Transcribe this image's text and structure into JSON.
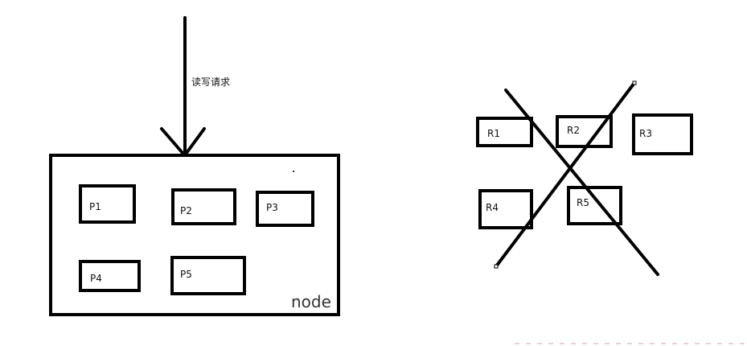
{
  "request_label": "读写请求",
  "node": {
    "label": "node",
    "partitions": [
      {
        "id": "p1",
        "label": "P1"
      },
      {
        "id": "p2",
        "label": "P2"
      },
      {
        "id": "p3",
        "label": "P3"
      },
      {
        "id": "p4",
        "label": "P4"
      },
      {
        "id": "p5",
        "label": "P5"
      }
    ]
  },
  "crossed_group": {
    "replicas": [
      {
        "id": "r1",
        "label": "R1"
      },
      {
        "id": "r2",
        "label": "R2"
      },
      {
        "id": "r3",
        "label": "R3"
      },
      {
        "id": "r4",
        "label": "R4"
      },
      {
        "id": "r5",
        "label": "R5"
      }
    ]
  },
  "colors": {
    "stroke": "#000000",
    "text": "#111111"
  }
}
